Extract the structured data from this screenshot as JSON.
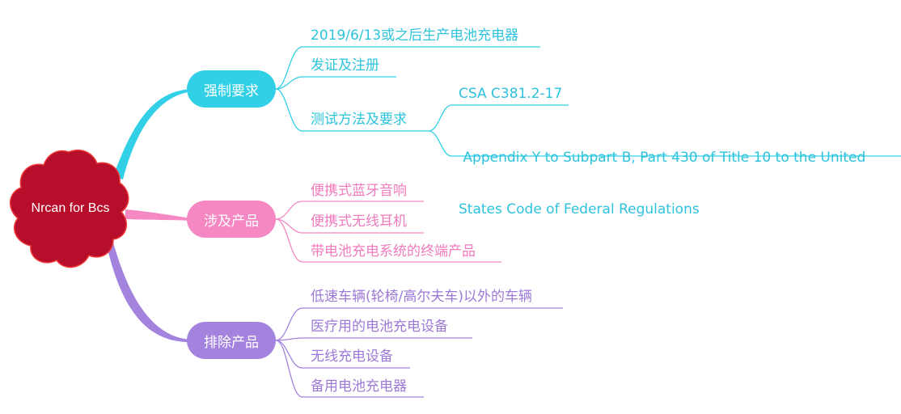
{
  "root": {
    "label": "Nrcan for Bcs",
    "color": "#b70e2b"
  },
  "branches": [
    {
      "label": "强制要求",
      "color": "#31d0e6",
      "children": [
        {
          "label": "2019/6/13或之后生产电池充电器"
        },
        {
          "label": "发证及注册"
        },
        {
          "label": "测试方法及要求",
          "children": [
            {
              "label": "CSA C381.2-17"
            },
            {
              "label_line1": " Appendix Y to Subpart B, Part 430 of Title 10 to the United",
              "label_line2": "States Code of Federal Regulations"
            }
          ]
        }
      ]
    },
    {
      "label": "涉及产品",
      "color": "#f587c2",
      "children": [
        {
          "label": "便携式蓝牙音响"
        },
        {
          "label": "便携式无线耳机"
        },
        {
          "label": "带电池充电系统的终端产品"
        }
      ]
    },
    {
      "label": "排除产品",
      "color": "#a383dd",
      "children": [
        {
          "label": "低速车辆(轮椅/高尔夫车)以外的车辆"
        },
        {
          "label": "医疗用的电池充电设备"
        },
        {
          "label": "无线充电设备"
        },
        {
          "label": "备用电池充电器"
        }
      ]
    }
  ]
}
